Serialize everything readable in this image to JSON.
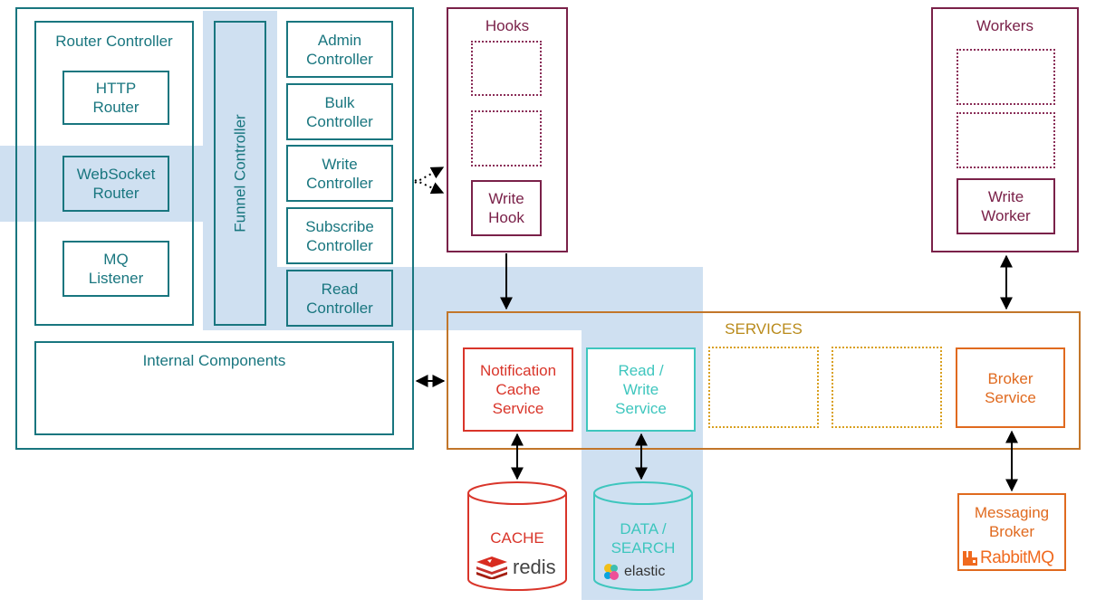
{
  "kuzzle": {
    "router_controller": "Router Controller",
    "http_router": "HTTP\nRouter",
    "websocket_router": "WebSocket\nRouter",
    "mq_listener": "MQ\nListener",
    "funnel_controller": "Funnel Controller",
    "controllers": [
      "Admin\nController",
      "Bulk\nController",
      "Write\nController",
      "Subscribe\nController",
      "Read\nController"
    ],
    "internal_components": "Internal Components"
  },
  "hooks": {
    "title": "Hooks",
    "write_hook": "Write\nHook"
  },
  "workers": {
    "title": "Workers",
    "write_worker": "Write\nWorker"
  },
  "services": {
    "title": "SERVICES",
    "notification_cache": "Notification\nCache\nService",
    "read_write": "Read /\nWrite\nService",
    "broker": "Broker\nService"
  },
  "storage": {
    "cache": {
      "label": "CACHE",
      "logo_text": "redis"
    },
    "data": {
      "label": "DATA /\nSEARCH",
      "logo_text": "elastic"
    },
    "broker": {
      "label": "Messaging\nBroker",
      "logo_text": "RabbitMQ"
    }
  },
  "colors": {
    "teal": "#19767f",
    "maroon": "#7a2149",
    "orange": "#e06a1f",
    "red": "#d9352a",
    "gold": "#b98a1a",
    "cyan": "#3ec6be",
    "highlight": "#cfe0f1"
  }
}
